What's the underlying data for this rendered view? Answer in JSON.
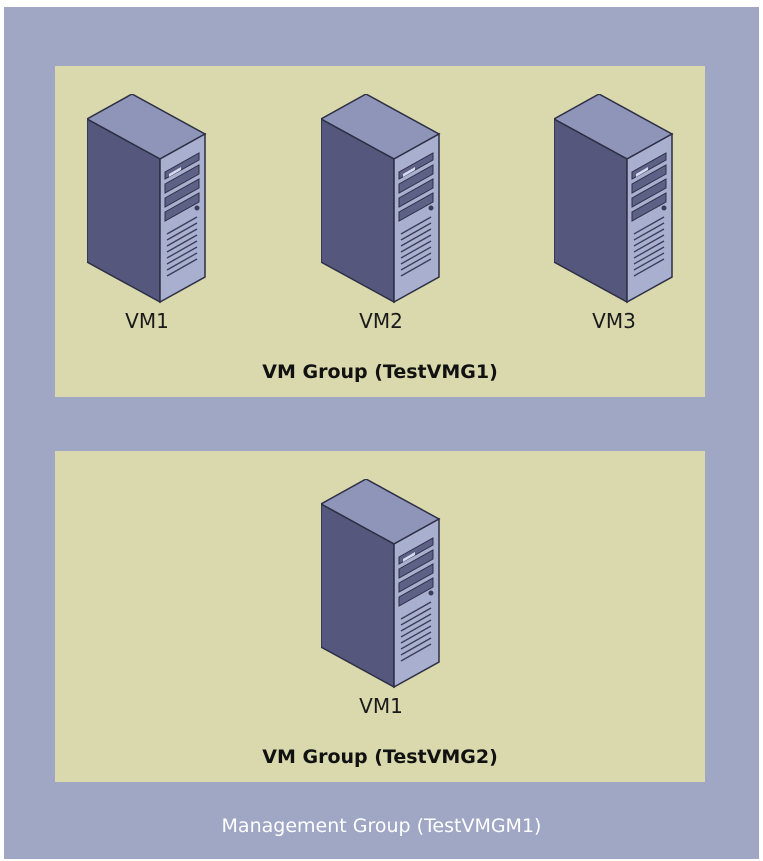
{
  "management_group": {
    "label": "Management Group (TestVMGM1)",
    "color": "#9fa7c5"
  },
  "vm_groups": [
    {
      "label": "VM Group (TestVMG1)",
      "color": "#d9d9ad",
      "vms": [
        {
          "label": "VM1",
          "icon": "server-tower-icon"
        },
        {
          "label": "VM2",
          "icon": "server-tower-icon"
        },
        {
          "label": "VM3",
          "icon": "server-tower-icon"
        }
      ]
    },
    {
      "label": "VM Group (TestVMG2)",
      "color": "#d9d9ad",
      "vms": [
        {
          "label": "VM1",
          "icon": "server-tower-icon"
        }
      ]
    }
  ],
  "colors": {
    "server_front": "#a7adce",
    "server_side": "#54577a",
    "server_top": "#8a90b4"
  }
}
